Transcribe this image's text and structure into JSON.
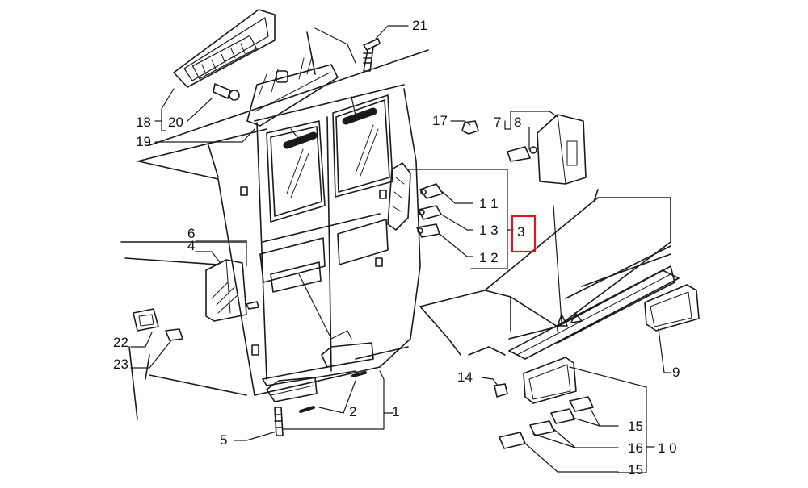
{
  "diagram": {
    "labels": {
      "n1": "1",
      "n2": "2",
      "n3": "3",
      "n4": "4",
      "n5": "5",
      "n6": "6",
      "n7": "7",
      "n8": "8",
      "n9": "9",
      "n10": "1 0",
      "n11": "1 1",
      "n12": "1 2",
      "n13": "1 3",
      "n14": "14",
      "n15a": "15",
      "n15b": "15",
      "n16": "16",
      "n17": "17",
      "n18": "18",
      "n19": "19",
      "n20": "20",
      "n21": "21",
      "n22": "22",
      "n23": "23"
    },
    "highlight_color": "#e0141e",
    "line_color": "#1a1a1a"
  }
}
